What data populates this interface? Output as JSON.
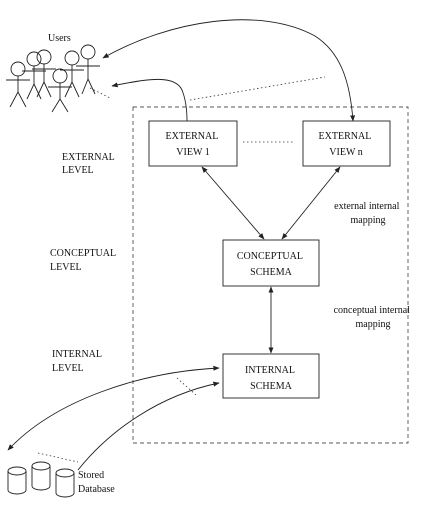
{
  "users_label": "Users",
  "stored_db_label": [
    "Stored",
    "Database"
  ],
  "levels": {
    "external": [
      "EXTERNAL",
      "LEVEL"
    ],
    "conceptual": [
      "CONCEPTUAL",
      "LEVEL"
    ],
    "internal": [
      "INTERNAL",
      "LEVEL"
    ]
  },
  "boxes": {
    "external_view_1": [
      "EXTERNAL",
      "VIEW 1"
    ],
    "external_view_n": [
      "EXTERNAL",
      "VIEW n"
    ],
    "conceptual_schema": [
      "CONCEPTUAL",
      "SCHEMA"
    ],
    "internal_schema": [
      "INTERNAL",
      "SCHEMA"
    ]
  },
  "mappings": {
    "external_internal": [
      "external  internal",
      "mapping"
    ],
    "conceptual_internal": [
      "conceptual  internal",
      "mapping"
    ]
  }
}
